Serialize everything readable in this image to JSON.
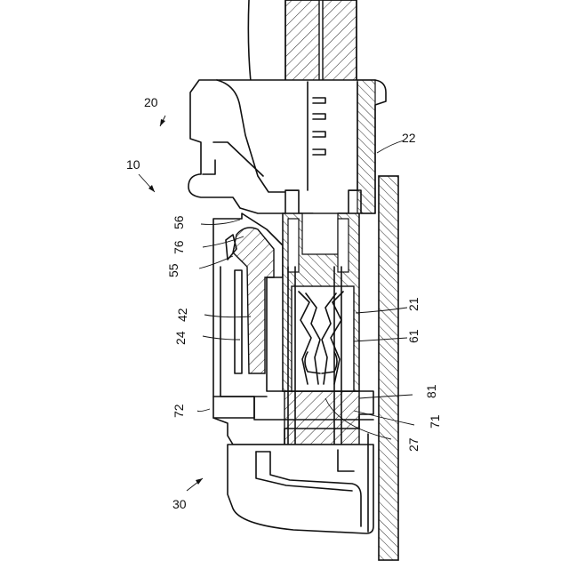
{
  "reference_numerals": {
    "n20": "20",
    "n10": "10",
    "n22": "22",
    "n56": "56",
    "n76": "76",
    "n55": "55",
    "n42": "42",
    "n24": "24",
    "n21": "21",
    "n61": "61",
    "n72": "72",
    "n81": "81",
    "n71": "71",
    "n27": "27",
    "n30": "30"
  },
  "colors": {
    "line": "#111111",
    "background": "#ffffff"
  }
}
